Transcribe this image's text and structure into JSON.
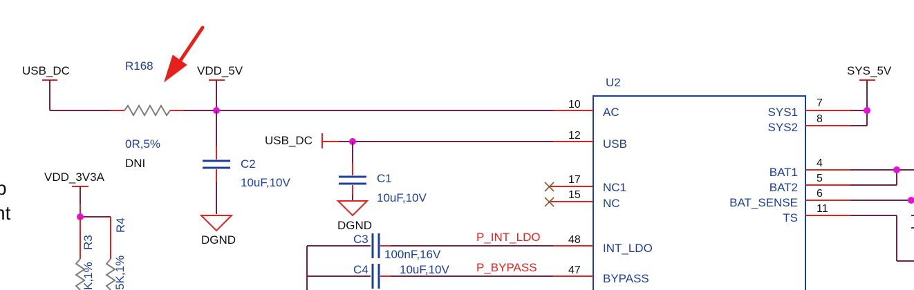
{
  "nets": {
    "usb_dc_left": "USB_DC",
    "vdd_5v": "VDD_5V",
    "usb_dc_mid": "USB_DC",
    "vdd_3v3a": "VDD_3V3A",
    "sys_5v": "SYS_5V",
    "p_int_ldo": "P_INT_LDO",
    "p_bypass": "P_BYPASS"
  },
  "grounds": {
    "dgnd_c2": "DGND",
    "dgnd_c1": "DGND"
  },
  "components": {
    "r168": {
      "ref": "R168",
      "value": "0R,5%",
      "note": "DNI"
    },
    "c2": {
      "ref": "C2",
      "value": "10uF,10V"
    },
    "c1": {
      "ref": "C1",
      "value": "10uF,10V"
    },
    "c3": {
      "ref": "C3",
      "value": "100nF,16V"
    },
    "c4": {
      "ref": "C4",
      "value": "10uF,10V"
    },
    "r3": {
      "ref": "R3",
      "value_fragment": "K,1%"
    },
    "r4": {
      "ref": "R4",
      "value_fragment": "5K,1%"
    }
  },
  "ic": {
    "ref": "U2",
    "left_pins": [
      {
        "num": "10",
        "name": "AC"
      },
      {
        "num": "12",
        "name": "USB"
      },
      {
        "num": "17",
        "name": "NC1"
      },
      {
        "num": "15",
        "name": "NC"
      },
      {
        "num": "48",
        "name": "INT_LDO"
      },
      {
        "num": "47",
        "name": "BYPASS"
      }
    ],
    "right_pins": [
      {
        "num": "7",
        "name": "SYS1"
      },
      {
        "num": "8",
        "name": "SYS2"
      },
      {
        "num": "4",
        "name": "BAT1"
      },
      {
        "num": "5",
        "name": "BAT2"
      },
      {
        "num": "6",
        "name": "BAT_SENSE"
      },
      {
        "num": "11",
        "name": "TS"
      }
    ]
  },
  "edge_text": {
    "line1": "p",
    "line2": "nt"
  },
  "colors": {
    "wire": "#7a1f45",
    "pin": "#e8201c",
    "symbol": "#1c3f9e",
    "junction": "#e30fdc",
    "arrow": "#e8201c"
  }
}
